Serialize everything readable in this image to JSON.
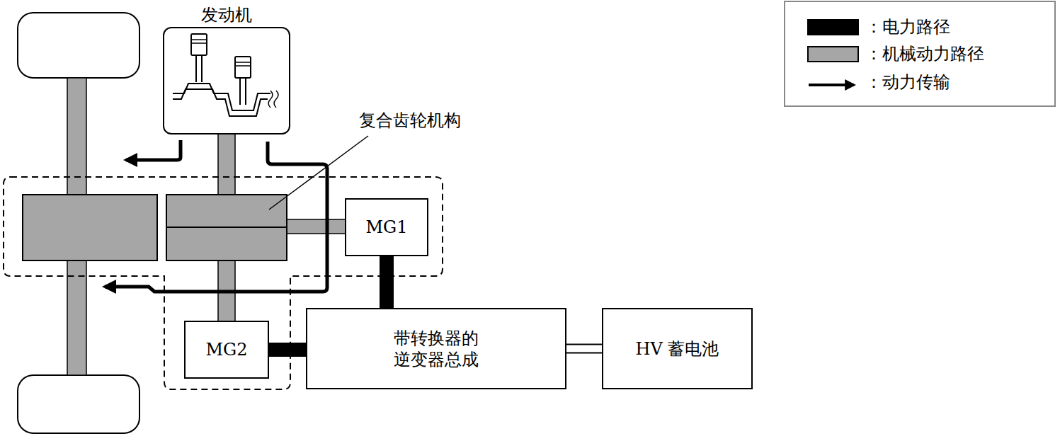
{
  "diagram": {
    "nodes": [
      {
        "text": [
          "发动机"
        ]
      },
      {
        "text": [
          "MG1"
        ]
      },
      {
        "text": [
          "MG2"
        ]
      },
      {
        "text": [
          "带转换器的 逆变器总成"
        ]
      },
      {
        "text": [
          "HV 蓄电池"
        ]
      }
    ],
    "edges": [
      {
        "from": 1,
        "to": 3,
        "arrow": "none"
      },
      {
        "from": 2,
        "to": 3,
        "arrow": "none"
      },
      {
        "from": 3,
        "to": 4,
        "arrow": "none"
      }
    ],
    "labels": [
      "复合齿轮机构"
    ],
    "legend": [
      {
        "text": "：电力路径",
        "color": "#000000"
      },
      {
        "text": "：机械动力路径",
        "color": "#a6a6a6"
      },
      {
        "text": "：动力传输"
      }
    ]
  }
}
